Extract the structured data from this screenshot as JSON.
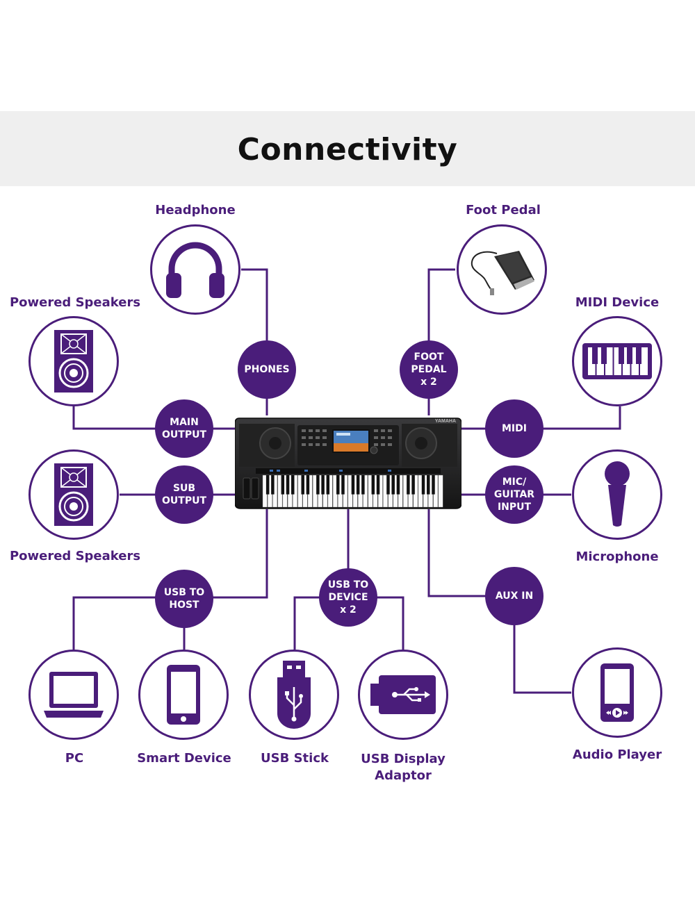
{
  "title": "Connectivity",
  "colors": {
    "accent": "#4a1d7a",
    "header_band": "#efefef",
    "title": "#111111"
  },
  "devices": {
    "headphone": "Headphone",
    "foot_pedal": "Foot Pedal",
    "powered_speakers_top": "Powered Speakers",
    "powered_speakers_bottom": "Powered Speakers",
    "midi_device": "MIDI Device",
    "microphone": "Microphone",
    "pc": "PC",
    "smart_device": "Smart Device",
    "usb_stick": "USB Stick",
    "usb_display_adaptor": "USB Display\nAdaptor",
    "audio_player": "Audio Player"
  },
  "ports": {
    "phones": "PHONES",
    "foot_pedal": "FOOT\nPEDAL\nx 2",
    "main_output": "MAIN\nOUTPUT",
    "midi": "MIDI",
    "sub_output": "SUB\nOUTPUT",
    "mic_guitar_input": "MIC/\nGUITAR\nINPUT",
    "usb_to_host": "USB TO\nHOST",
    "usb_to_device": "USB TO\nDEVICE\nx 2",
    "aux_in": "AUX IN"
  },
  "keyboard": {
    "brand": "YAMAHA"
  },
  "icons": {
    "headphone": "headphone-icon",
    "foot_pedal": "foot-pedal-icon",
    "speaker": "speaker-icon",
    "midi_device": "midi-keyboard-icon",
    "microphone": "microphone-icon",
    "pc": "laptop-icon",
    "smart_device": "smartphone-icon",
    "usb_stick": "usb-stick-icon",
    "usb_display_adaptor": "usb-display-adaptor-icon",
    "audio_player": "audio-player-icon"
  }
}
